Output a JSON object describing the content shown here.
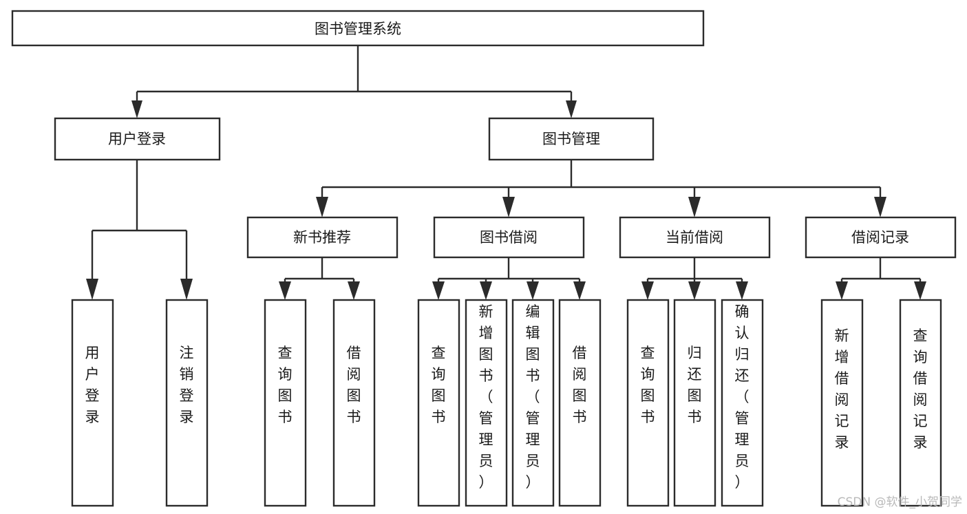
{
  "diagram": {
    "title": "图书管理系统",
    "type": "function-structure-tree",
    "watermark": "CSDN @软件_小贺同学",
    "root": {
      "label": "图书管理系统"
    },
    "level1": [
      {
        "label": "用户登录"
      },
      {
        "label": "图书管理"
      }
    ],
    "level2": [
      {
        "label": "新书推荐",
        "parent": "图书管理"
      },
      {
        "label": "图书借阅",
        "parent": "图书管理"
      },
      {
        "label": "当前借阅",
        "parent": "图书管理"
      },
      {
        "label": "借阅记录",
        "parent": "图书管理"
      }
    ],
    "leaves": {
      "user_login": [
        {
          "label": "用户登录"
        },
        {
          "label": "注销登录"
        }
      ],
      "new_book_recommend": [
        {
          "label": "查询图书"
        },
        {
          "label": "借阅图书"
        }
      ],
      "book_borrow": [
        {
          "label": "查询图书"
        },
        {
          "label": "新增图书（管理员）"
        },
        {
          "label": "编辑图书（管理员）"
        },
        {
          "label": "借阅图书"
        }
      ],
      "current_borrow": [
        {
          "label": "查询图书"
        },
        {
          "label": "归还图书"
        },
        {
          "label": "确认归还（管理员）"
        }
      ],
      "borrow_record": [
        {
          "label": "新增借阅记录"
        },
        {
          "label": "查询借阅记录"
        }
      ]
    },
    "colors": {
      "box_stroke": "#2b2b2b",
      "box_fill": "#ffffff",
      "text": "#1a1a1a",
      "connector": "#2b2b2b",
      "watermark": "#b9b9b9",
      "background": "#ffffff"
    }
  }
}
